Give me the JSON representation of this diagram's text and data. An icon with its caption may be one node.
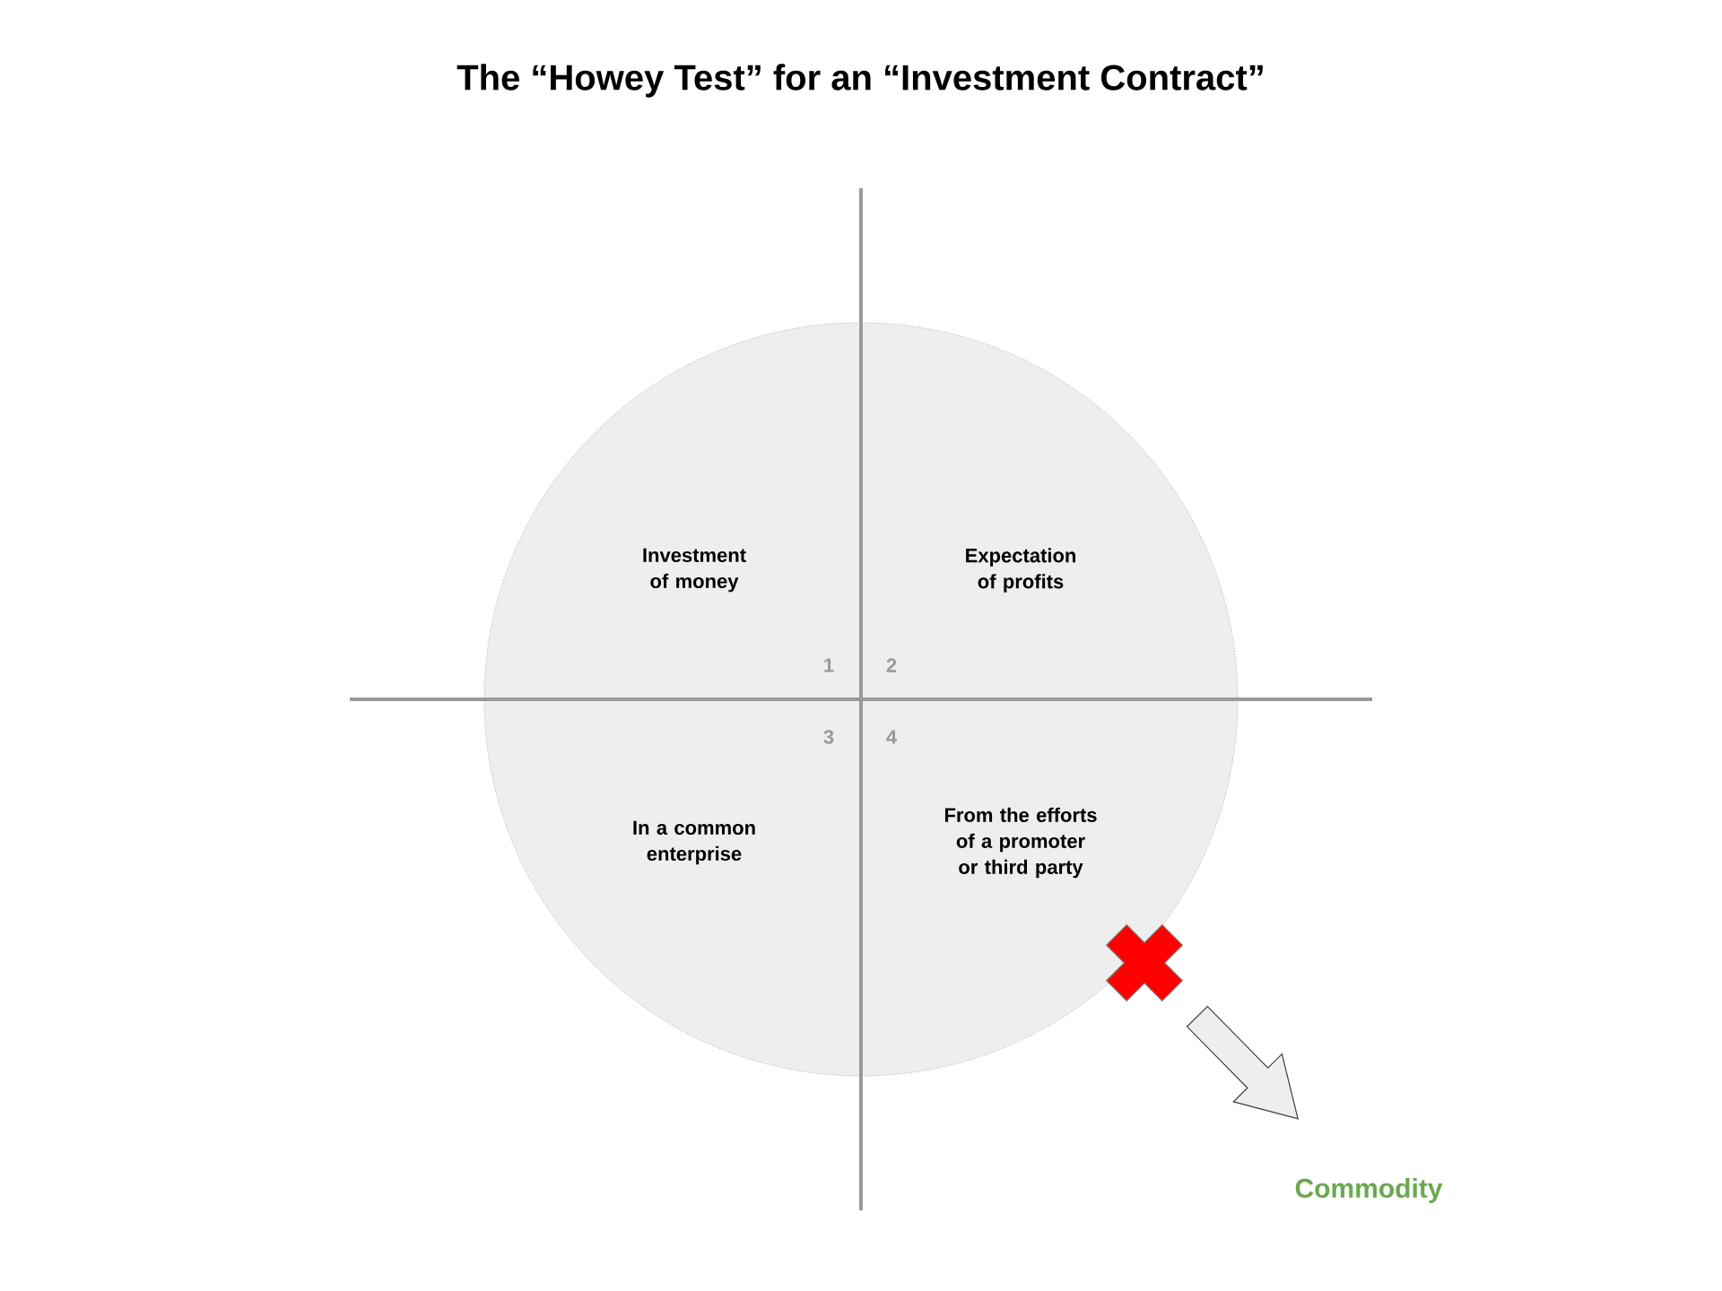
{
  "diagram": {
    "title": "The “Howey Test” for an “Investment Contract”",
    "nodes": [
      {
        "text": [],
        "shape": "circle"
      },
      {
        "text": [
          "Investment of money"
        ],
        "in": 0
      },
      {
        "text": [
          "Expectation of profits"
        ],
        "in": 0
      },
      {
        "text": [
          "In a common enterprise"
        ],
        "in": 0
      },
      {
        "text": [
          "From the efforts of a promoter or third party"
        ],
        "in": 0
      },
      {
        "text": [],
        "shape": "cross"
      },
      {
        "text": [
          "Commodity"
        ]
      }
    ],
    "edges": [
      {
        "from": 5,
        "to": 6,
        "arrow": "to"
      }
    ],
    "labels": [
      "1",
      "2",
      "3",
      "4"
    ]
  }
}
